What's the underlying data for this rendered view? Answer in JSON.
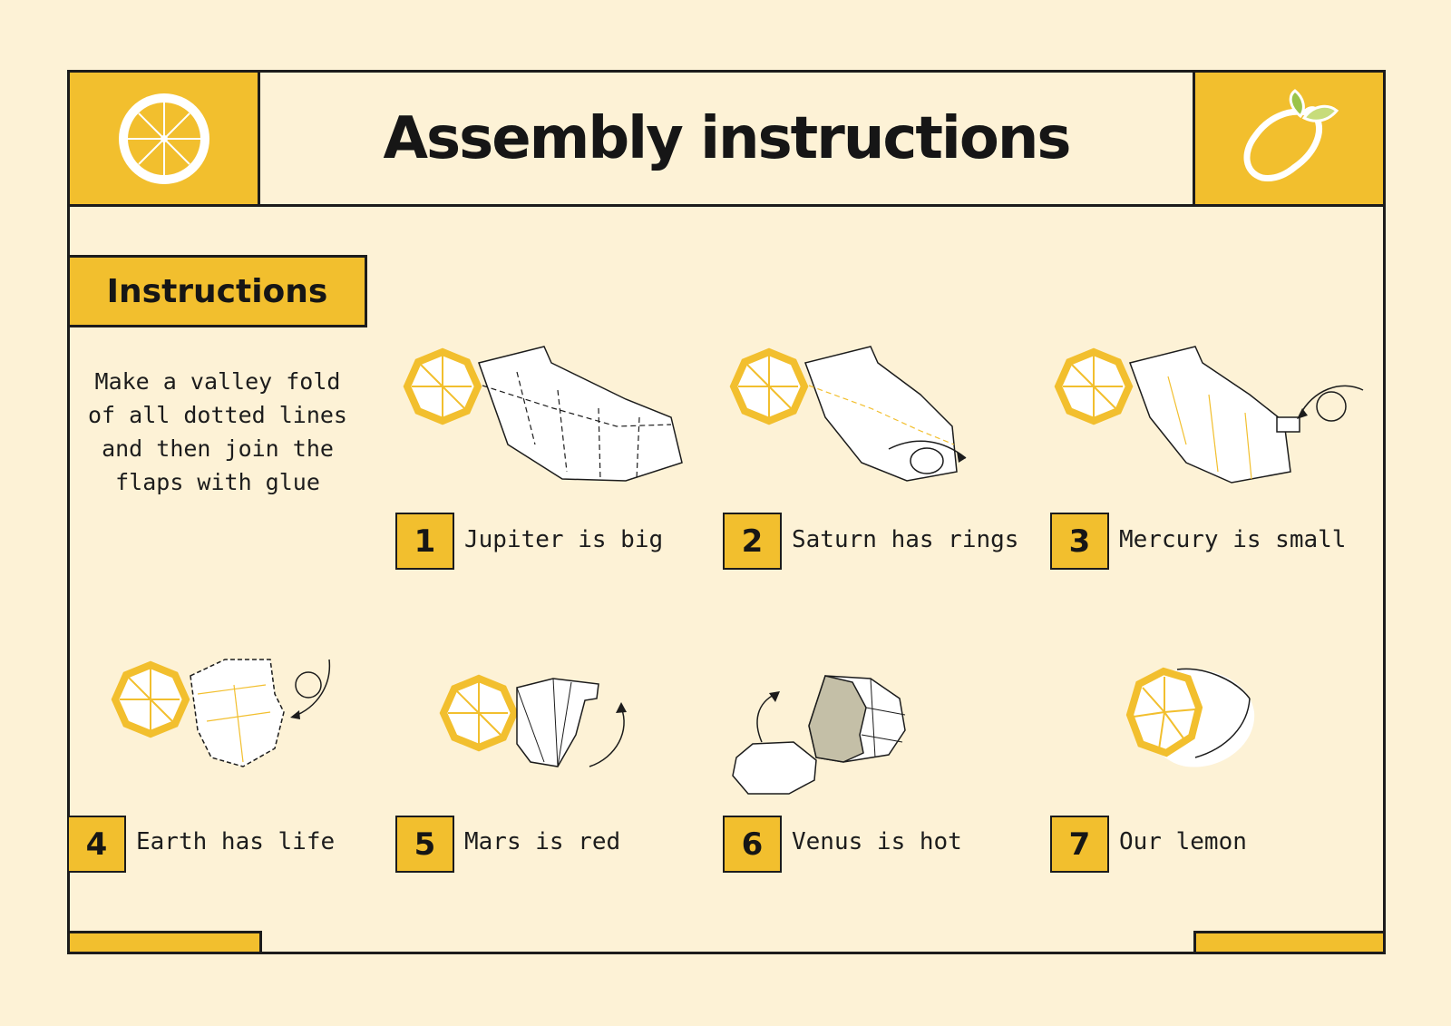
{
  "header": {
    "title": "Assembly instructions",
    "left_icon": "lemon-slice-icon",
    "right_icon": "lemon-icon"
  },
  "section": {
    "label": "Instructions",
    "intro_lines": [
      "Make a valley fold",
      "of all dotted lines",
      "and then join the",
      "flaps with glue"
    ]
  },
  "steps": [
    {
      "number": "1",
      "text": "Jupiter is big"
    },
    {
      "number": "2",
      "text": "Saturn has rings"
    },
    {
      "number": "3",
      "text": "Mercury is small"
    },
    {
      "number": "4",
      "text": "Earth has life"
    },
    {
      "number": "5",
      "text": "Mars is red"
    },
    {
      "number": "6",
      "text": "Venus is hot"
    },
    {
      "number": "7",
      "text": "Our lemon"
    }
  ],
  "colors": {
    "accent": "#f2bf2e",
    "background": "#fdf2d6",
    "ink": "#1c1c1c",
    "leaf": "#9cc44a"
  }
}
